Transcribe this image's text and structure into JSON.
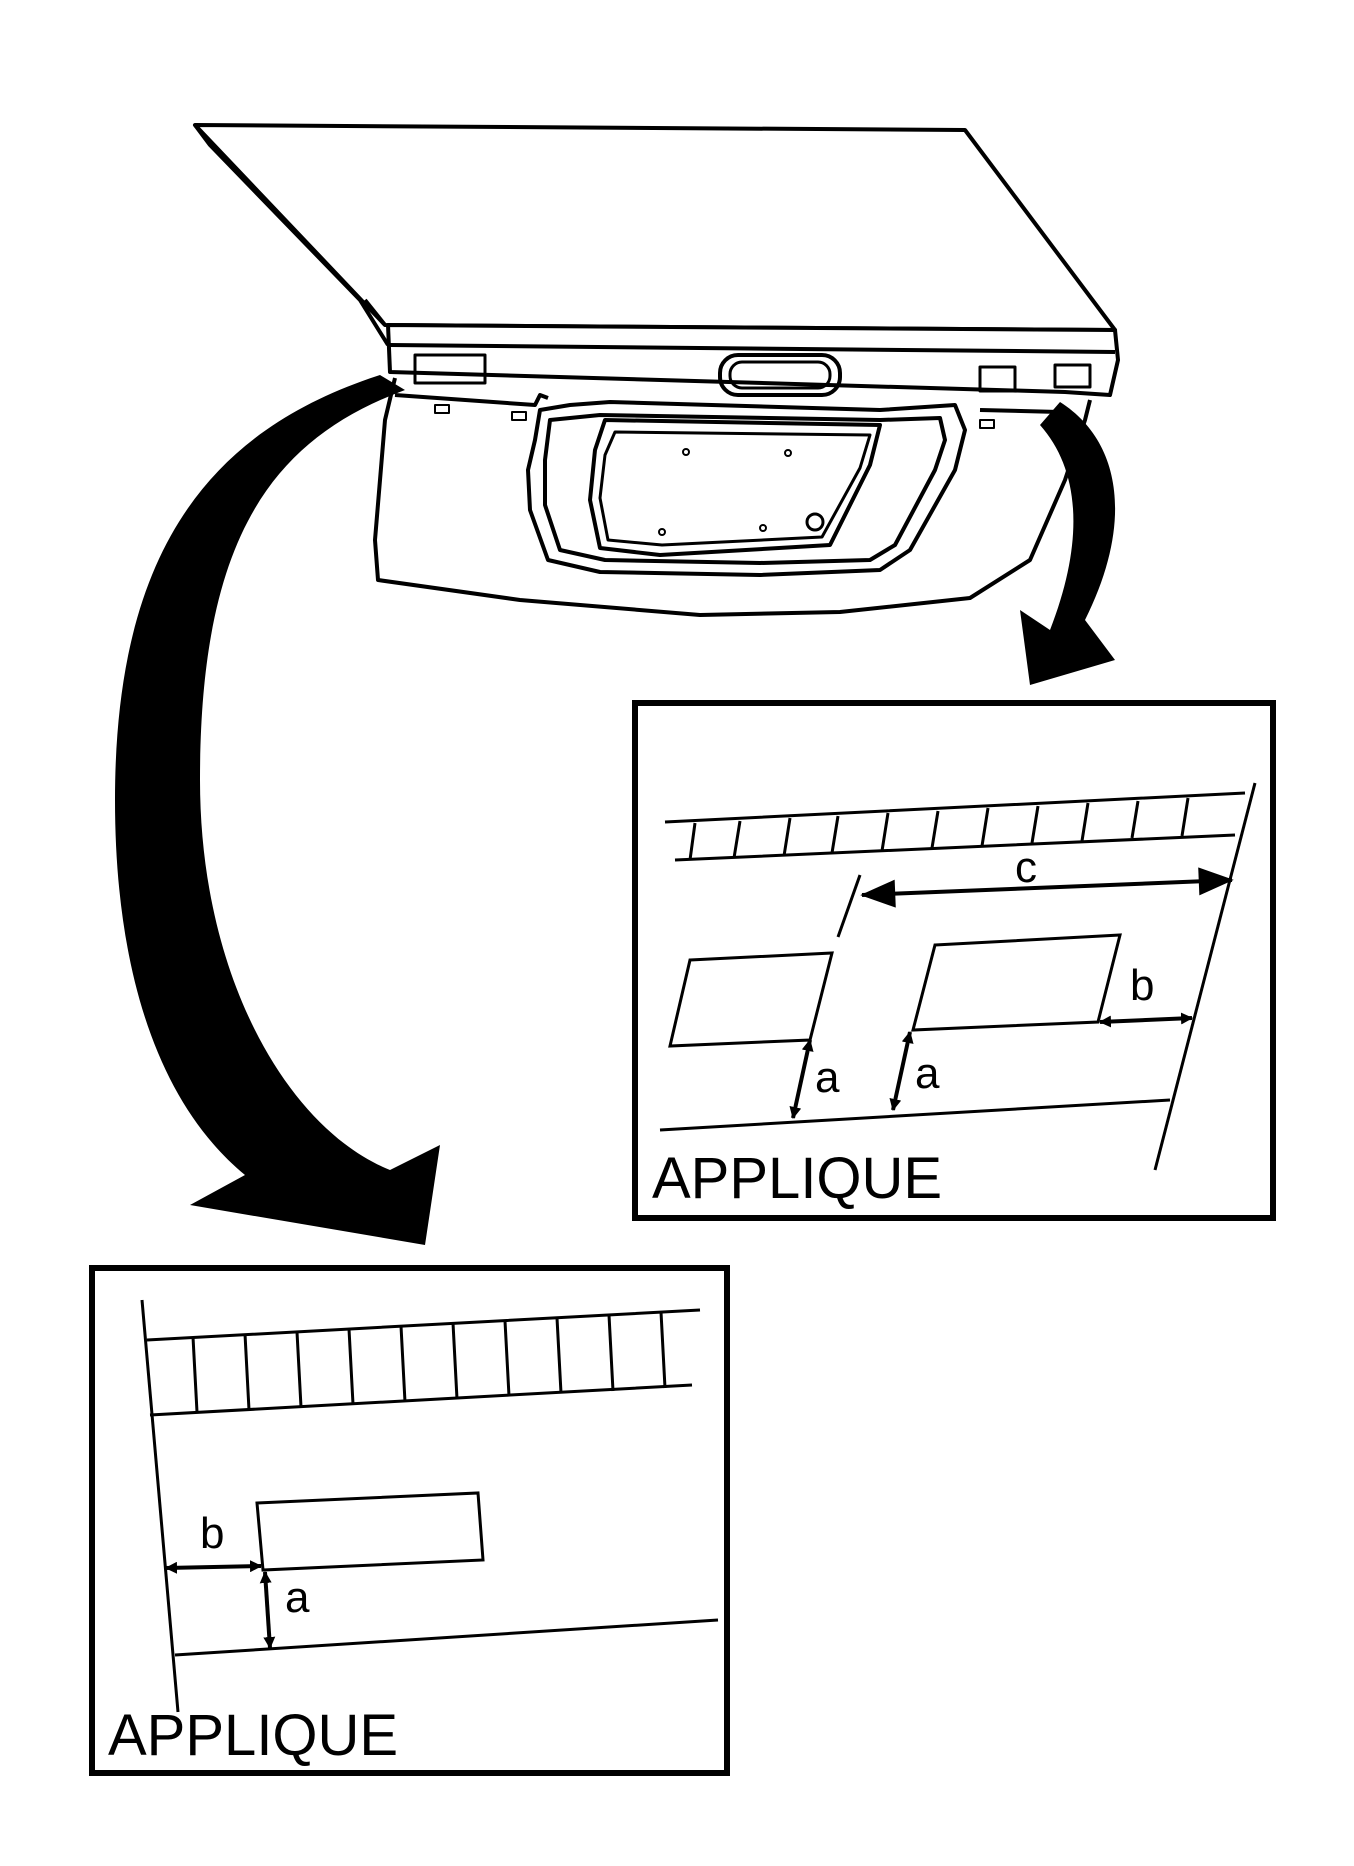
{
  "colors": {
    "line": "#000000",
    "background": "#ffffff"
  },
  "right_inset": {
    "caption": "APPLIQUE",
    "dimension_labels": {
      "a_left": "a",
      "a_right": "a",
      "b": "b",
      "c": "c"
    }
  },
  "left_inset": {
    "caption": "APPLIQUE",
    "dimension_labels": {
      "a": "a",
      "b": "b"
    }
  }
}
